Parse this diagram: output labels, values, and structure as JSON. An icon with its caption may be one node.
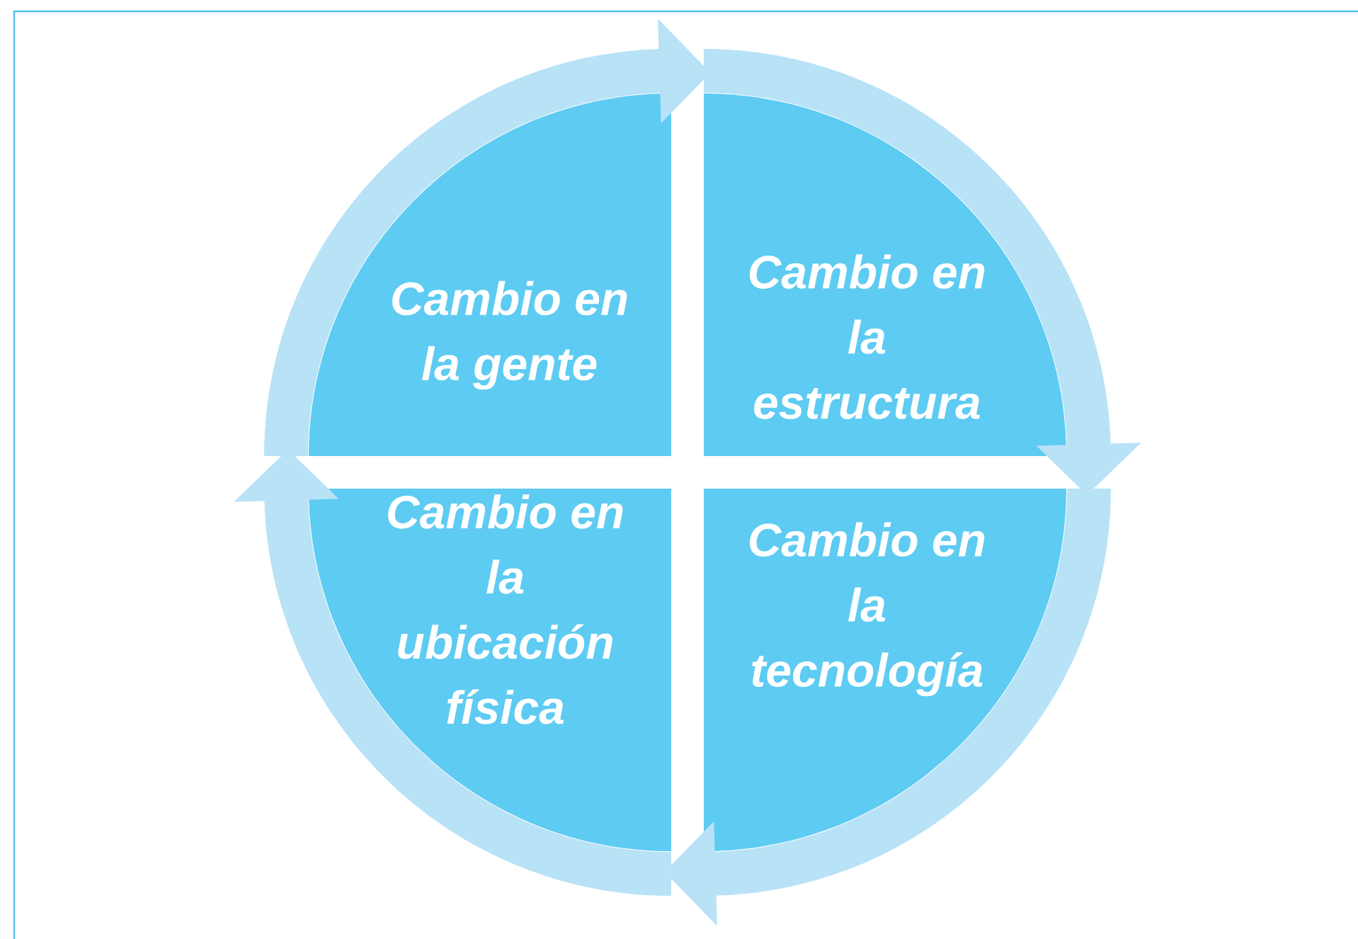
{
  "diagram": {
    "nodes": [
      {
        "text": [
          "Cambio en la gente"
        ]
      },
      {
        "text": [
          "Cambio en la estructura"
        ]
      },
      {
        "text": [
          "Cambio en la ubicación física"
        ]
      },
      {
        "text": [
          "Cambio en la tecnología"
        ]
      }
    ],
    "edges": [
      {
        "from": 0,
        "to": 1,
        "arrow": "to"
      },
      {
        "from": 1,
        "to": 3,
        "arrow": "to"
      },
      {
        "from": 3,
        "to": 2,
        "arrow": "to"
      },
      {
        "from": 2,
        "to": 0,
        "arrow": "to"
      }
    ]
  }
}
